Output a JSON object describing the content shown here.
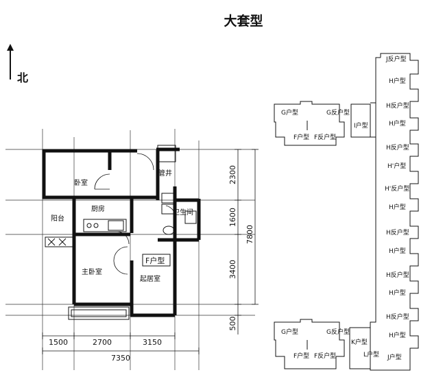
{
  "title": "大套型",
  "north_label": "北",
  "floorplan": {
    "rooms": {
      "bedroom": "卧室",
      "shaft": "管井",
      "balcony": "阳台",
      "kitchen": "厨房",
      "bathroom": "卫生间",
      "master_bedroom": "主卧室",
      "living_room": "起居室"
    },
    "unit_tag": "F户型",
    "dims_right": [
      "2300",
      "1600",
      "3400",
      "500"
    ],
    "dim_total_right": "7800",
    "dims_bottom": [
      "1500",
      "2700",
      "3150"
    ],
    "dim_total_bottom": "7350"
  },
  "site_plan": {
    "cluster_top": [
      "G户型",
      "G反户型",
      "F户型",
      "F反户型",
      "I户型"
    ],
    "cluster_bottom": [
      "G户型",
      "G反户型",
      "F户型",
      "F反户型",
      "K户型",
      "L户型"
    ],
    "spine": [
      "J反户型",
      "H户型",
      "H反户型",
      "H户型",
      "H反户型",
      "H'户型",
      "H'反户型",
      "H户型",
      "H反户型",
      "H户型",
      "H反户型",
      "H户型",
      "H反户型",
      "H户型",
      "J户型"
    ]
  }
}
